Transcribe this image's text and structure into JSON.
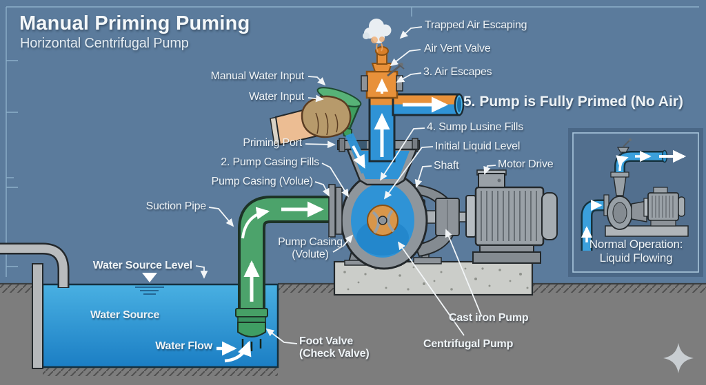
{
  "header": {
    "title": "Manual Priming Puming",
    "subtitle": "Horizontal Centrifugal Pump"
  },
  "labels": {
    "manual_water_input": "Manual Water Input",
    "water_input": "Water Input",
    "priming_port": "Priming Port",
    "pump_casing_fills": "2. Pump Casing Fills",
    "pump_casing_volue": "Pump Casing (Volue)",
    "suction_pipe": "Suction Pipe",
    "pump_casing_volute_line1": "Pump Casing",
    "pump_casing_volute_line2": "(Volute)",
    "water_source_level": "Water Source Level",
    "water_source": "Water Source",
    "water_flow": "Water Flow",
    "foot_valve_line1": "Foot Valve",
    "foot_valve_line2": "(Check Valve)",
    "trapped_air_escaping": "Trapped Air Escaping",
    "air_vent_valve": "Air Vent Valve",
    "air_escapes": "3. Air Escapes",
    "fully_primed": "5. Pump is Fully Primed (No Air)",
    "sump_fills": "4. Sump Lusine Fills",
    "initial_liquid_level": "Initial Liquid Level",
    "shaft": "Shaft",
    "motor_drive": "Motor Drive",
    "cast_iron_pump": "Cast iron Pump",
    "centrifugal_pump": "Centrifugal Pump"
  },
  "inset": {
    "caption_line1": "Normal Operation:",
    "caption_line2": "Liquid Flowing"
  },
  "colors": {
    "background": "#5b7b9c",
    "inset_background": "#526f8e",
    "water_blue": "#2f93d6",
    "air_orange": "#e8913a",
    "suction_pipe_green": "#4ca36b",
    "ground_gray": "#7d7d7d",
    "concrete": "#cbcdc9",
    "metal_gray": "#99a0a6",
    "label_text": "#eef3f6"
  }
}
